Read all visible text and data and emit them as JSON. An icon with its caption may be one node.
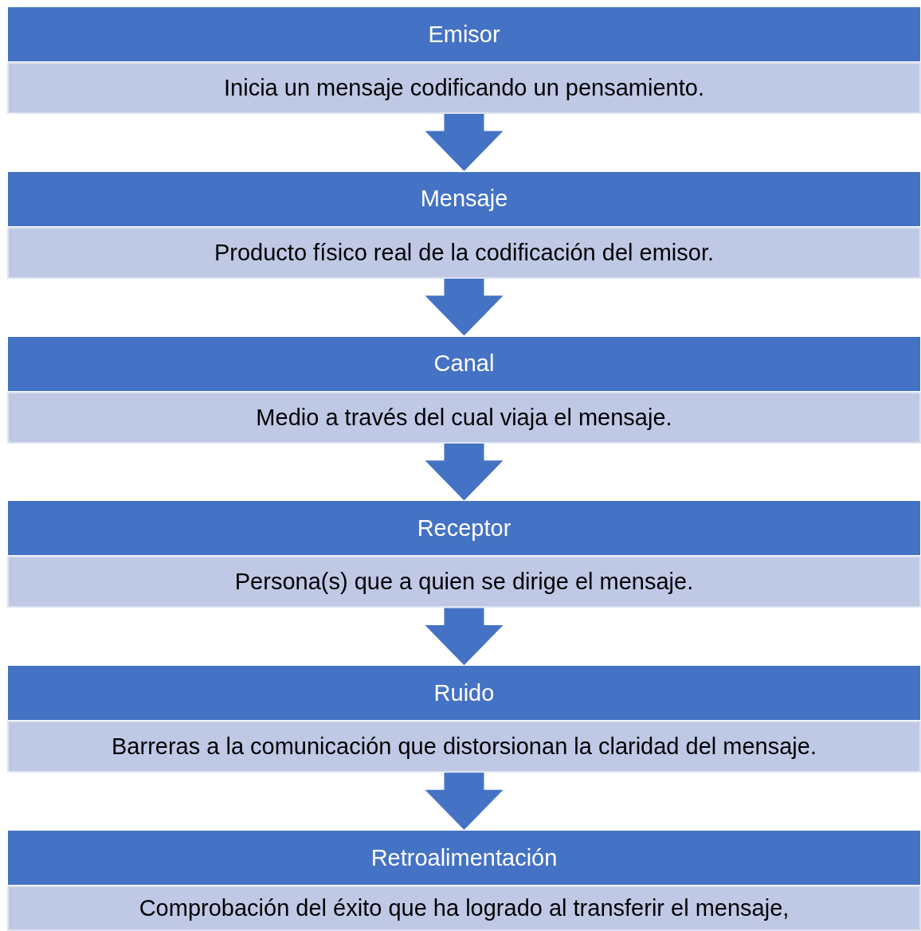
{
  "diagram": {
    "nodes": [
      {
        "text": [
          "Emisor",
          "Inicia un mensaje codificando un pensamiento."
        ]
      },
      {
        "text": [
          "Mensaje",
          "Producto físico real de la codificación del emisor."
        ]
      },
      {
        "text": [
          "Canal",
          "Medio a través del cual viaja el mensaje."
        ]
      },
      {
        "text": [
          "Receptor",
          "Persona(s) que a quien se dirige el mensaje."
        ]
      },
      {
        "text": [
          "Ruido",
          "Barreras a la comunicación que distorsionan la claridad del mensaje."
        ]
      },
      {
        "text": [
          "Retroalimentación",
          "Comprobación del éxito que ha logrado al transferir el mensaje,"
        ]
      }
    ],
    "edges": [
      {
        "from": 0,
        "to": 1,
        "arrow": "to"
      },
      {
        "from": 1,
        "to": 2,
        "arrow": "to"
      },
      {
        "from": 2,
        "to": 3,
        "arrow": "to"
      },
      {
        "from": 3,
        "to": 4,
        "arrow": "to"
      },
      {
        "from": 4,
        "to": 5,
        "arrow": "to"
      }
    ]
  }
}
